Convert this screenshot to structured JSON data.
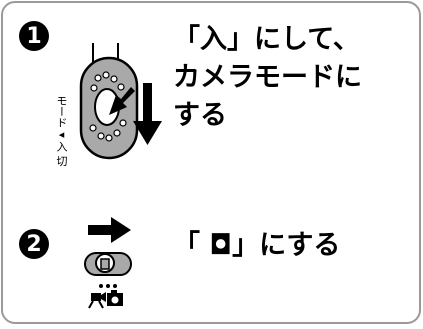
{
  "steps": [
    {
      "number": "1",
      "instruction": [
        "「入」にして、",
        "カメラモードに",
        "する"
      ],
      "switch_label": "モード◂入 切"
    },
    {
      "number": "2",
      "instruction": [
        "「 ◘」にする"
      ]
    }
  ],
  "icons": {
    "step1": [
      "power-switch-icon",
      "down-arrow-icon",
      "press-arrow-icon"
    ],
    "step2": [
      "right-arrow-icon",
      "mode-switch-icon",
      "video-camera-icon",
      "photo-camera-icon"
    ]
  },
  "colors": {
    "border": "#9a9a9a",
    "switch_gray": "#a9a9a9",
    "ink": "#000000"
  }
}
